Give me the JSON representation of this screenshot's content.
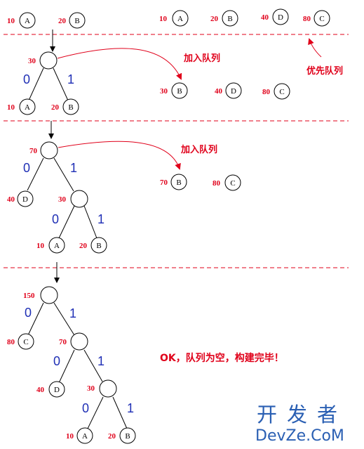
{
  "queue_label": "优先队列",
  "stage1": {
    "leaves": [
      {
        "weight": "10",
        "letter": "A"
      },
      {
        "weight": "20",
        "letter": "B"
      }
    ],
    "queue": [
      {
        "weight": "10",
        "letter": "A"
      },
      {
        "weight": "20",
        "letter": "B"
      },
      {
        "weight": "40",
        "letter": "D"
      },
      {
        "weight": "80",
        "letter": "C"
      }
    ]
  },
  "stage2": {
    "root": "30",
    "bits": [
      "0",
      "1"
    ],
    "leaves": [
      {
        "weight": "10",
        "letter": "A"
      },
      {
        "weight": "20",
        "letter": "B"
      }
    ],
    "add_label": "加入队列",
    "queue": [
      {
        "weight": "30",
        "letter": "B"
      },
      {
        "weight": "40",
        "letter": "D"
      },
      {
        "weight": "80",
        "letter": "C"
      }
    ]
  },
  "stage3": {
    "root": "70",
    "left_leaf": {
      "weight": "40",
      "letter": "D"
    },
    "inner": "30",
    "bits": [
      "0",
      "1",
      "0",
      "1"
    ],
    "leaves": [
      {
        "weight": "10",
        "letter": "A"
      },
      {
        "weight": "20",
        "letter": "B"
      }
    ],
    "add_label": "加入队列",
    "queue": [
      {
        "weight": "70",
        "letter": "B"
      },
      {
        "weight": "80",
        "letter": "C"
      }
    ]
  },
  "stage4": {
    "root": "150",
    "left_leaf": {
      "weight": "80",
      "letter": "C"
    },
    "inner1": "70",
    "mid_leaf": {
      "weight": "40",
      "letter": "D"
    },
    "inner2": "30",
    "bits": [
      "0",
      "1",
      "0",
      "1",
      "0",
      "1"
    ],
    "leaves": [
      {
        "weight": "10",
        "letter": "A"
      },
      {
        "weight": "20",
        "letter": "B"
      }
    ],
    "done_label": "OK，队列为空，构建完毕！"
  },
  "watermark": {
    "cn": "开发者",
    "en": "DevZe.CoM"
  }
}
